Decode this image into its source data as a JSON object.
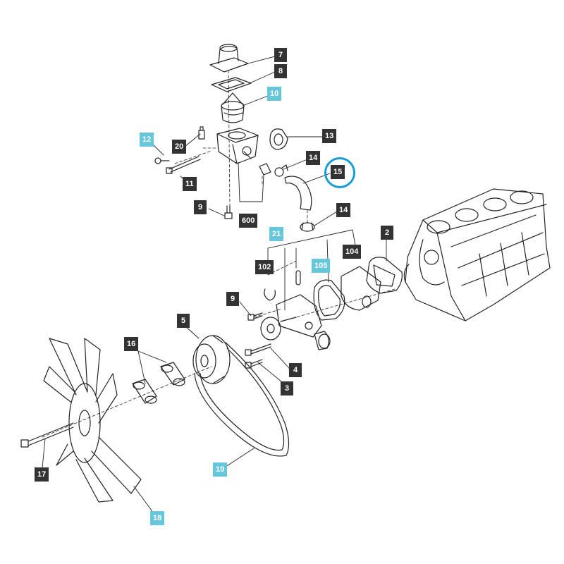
{
  "colors": {
    "callout_dark": "#333333",
    "callout_cyan": "#66c7dc",
    "highlight": "#1a9bd7",
    "line": "#222222"
  },
  "highlighted_part": "15",
  "callouts": {
    "c7": "7",
    "c8": "8",
    "c10": "10",
    "c12": "12",
    "c13": "13",
    "c20": "20",
    "c14a": "14",
    "c15": "15",
    "c11": "11",
    "c9a": "9",
    "c600": "600",
    "c14b": "14",
    "c21": "21",
    "c2": "2",
    "c104": "104",
    "c102": "102",
    "c105": "105",
    "c9b": "9",
    "c5": "5",
    "c16": "16",
    "c4": "4",
    "c3": "3",
    "c17": "17",
    "c19": "19",
    "c18": "18"
  }
}
